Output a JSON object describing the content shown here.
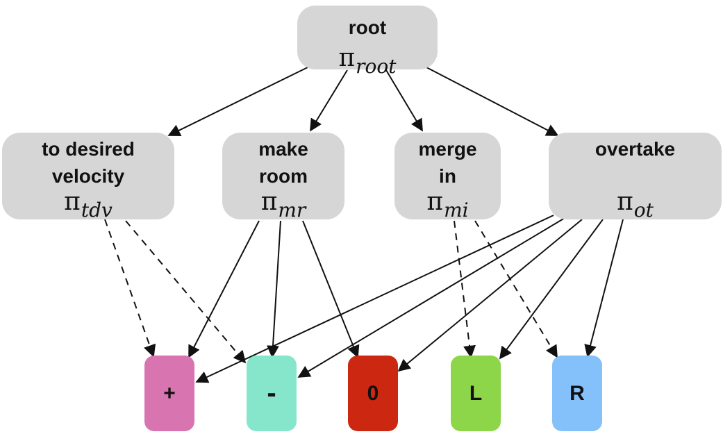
{
  "colors": {
    "node_fill": "#d6d6d6",
    "action_plus": "#d874b0",
    "action_minus": "#86e6cc",
    "action_zero": "#cc2711",
    "action_left": "#8ed649",
    "action_right": "#84c0fa",
    "edge": "#111111"
  },
  "nodes": {
    "root": {
      "label": "root",
      "policy_symbol": "π",
      "policy_sub": "root"
    },
    "tdv": {
      "label_line1": "to desired",
      "label_line2": "velocity",
      "policy_symbol": "π",
      "policy_sub": "tdv"
    },
    "mr": {
      "label_line1": "make",
      "label_line2": "room",
      "policy_symbol": "π",
      "policy_sub": "mr"
    },
    "mi": {
      "label_line1": "merge",
      "label_line2": "in",
      "policy_symbol": "π",
      "policy_sub": "mi"
    },
    "ot": {
      "label": "overtake",
      "policy_symbol": "π",
      "policy_sub": "ot"
    }
  },
  "actions": {
    "plus": "+",
    "minus": "-",
    "zero": "0",
    "left": "L",
    "right": "R"
  }
}
